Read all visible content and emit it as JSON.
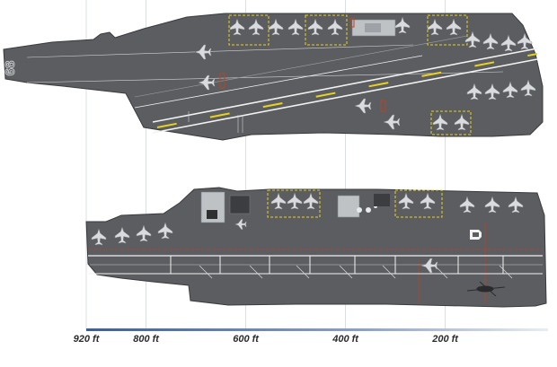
{
  "upper_carrier": {
    "hull_number": "68"
  },
  "scale": {
    "unit": "ft",
    "ticks": [
      {
        "value": 920,
        "label": "920 ft"
      },
      {
        "value": 800,
        "label": "800 ft"
      },
      {
        "value": 600,
        "label": "600 ft"
      },
      {
        "value": 400,
        "label": "400 ft"
      },
      {
        "value": 200,
        "label": "200 ft"
      }
    ]
  },
  "colors": {
    "deck": "#5b5d60",
    "deck_edge": "#3a3b3d",
    "island": "#bfc2c5",
    "marking_white": "#f2f2f2",
    "marking_yellow": "#e7d21f",
    "marking_red": "#b3452a",
    "scale_bar": "#3d5f93"
  }
}
